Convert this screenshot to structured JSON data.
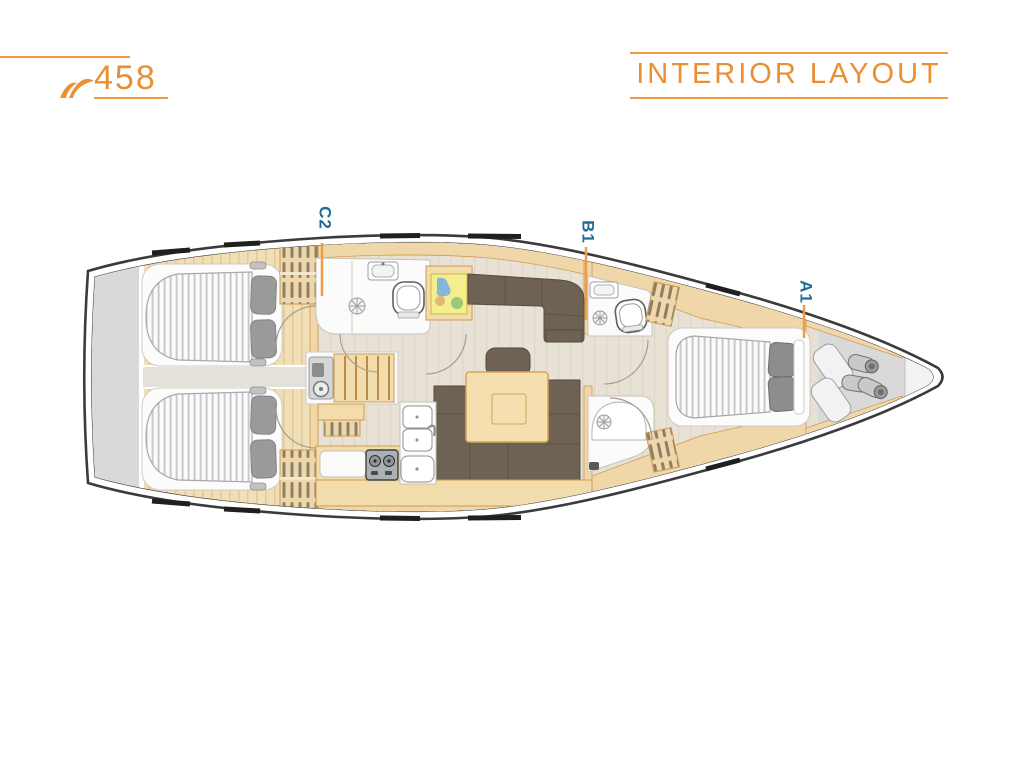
{
  "header": {
    "model_number": "458",
    "title": "INTERIOR LAYOUT"
  },
  "plan": {
    "cabin_labels": {
      "c2": "C2",
      "b1": "B1",
      "a1": "A1"
    },
    "icons": {
      "swoosh_logo": "hanse-swoosh-logo",
      "beds": "double-berth-mattress-with-pillows",
      "toilets": "toilet-icon",
      "sinks": "sink-basin-icon",
      "shower_drains": "shower-drain-icon",
      "stove": "two-burner-stove-icon",
      "stairs": "companionway-steps-icon",
      "chart": "navigation-chart-icon",
      "fenders": "fender-cylinders-icon",
      "sail_bags": "sail-bag-icon"
    }
  },
  "colors": {
    "accent_orange": "#ea8f33",
    "leader_line_orange": "#f09d42",
    "label_teal": "#1d6d96",
    "hull_outline": "#3b3b3b",
    "wood_tan": "#f2dcab",
    "wood_trim": "#cf9a52",
    "upholstery_brown": "#6e6255",
    "floor_beige": "#e8e2d6",
    "deck_gray": "#d9d9d9"
  }
}
